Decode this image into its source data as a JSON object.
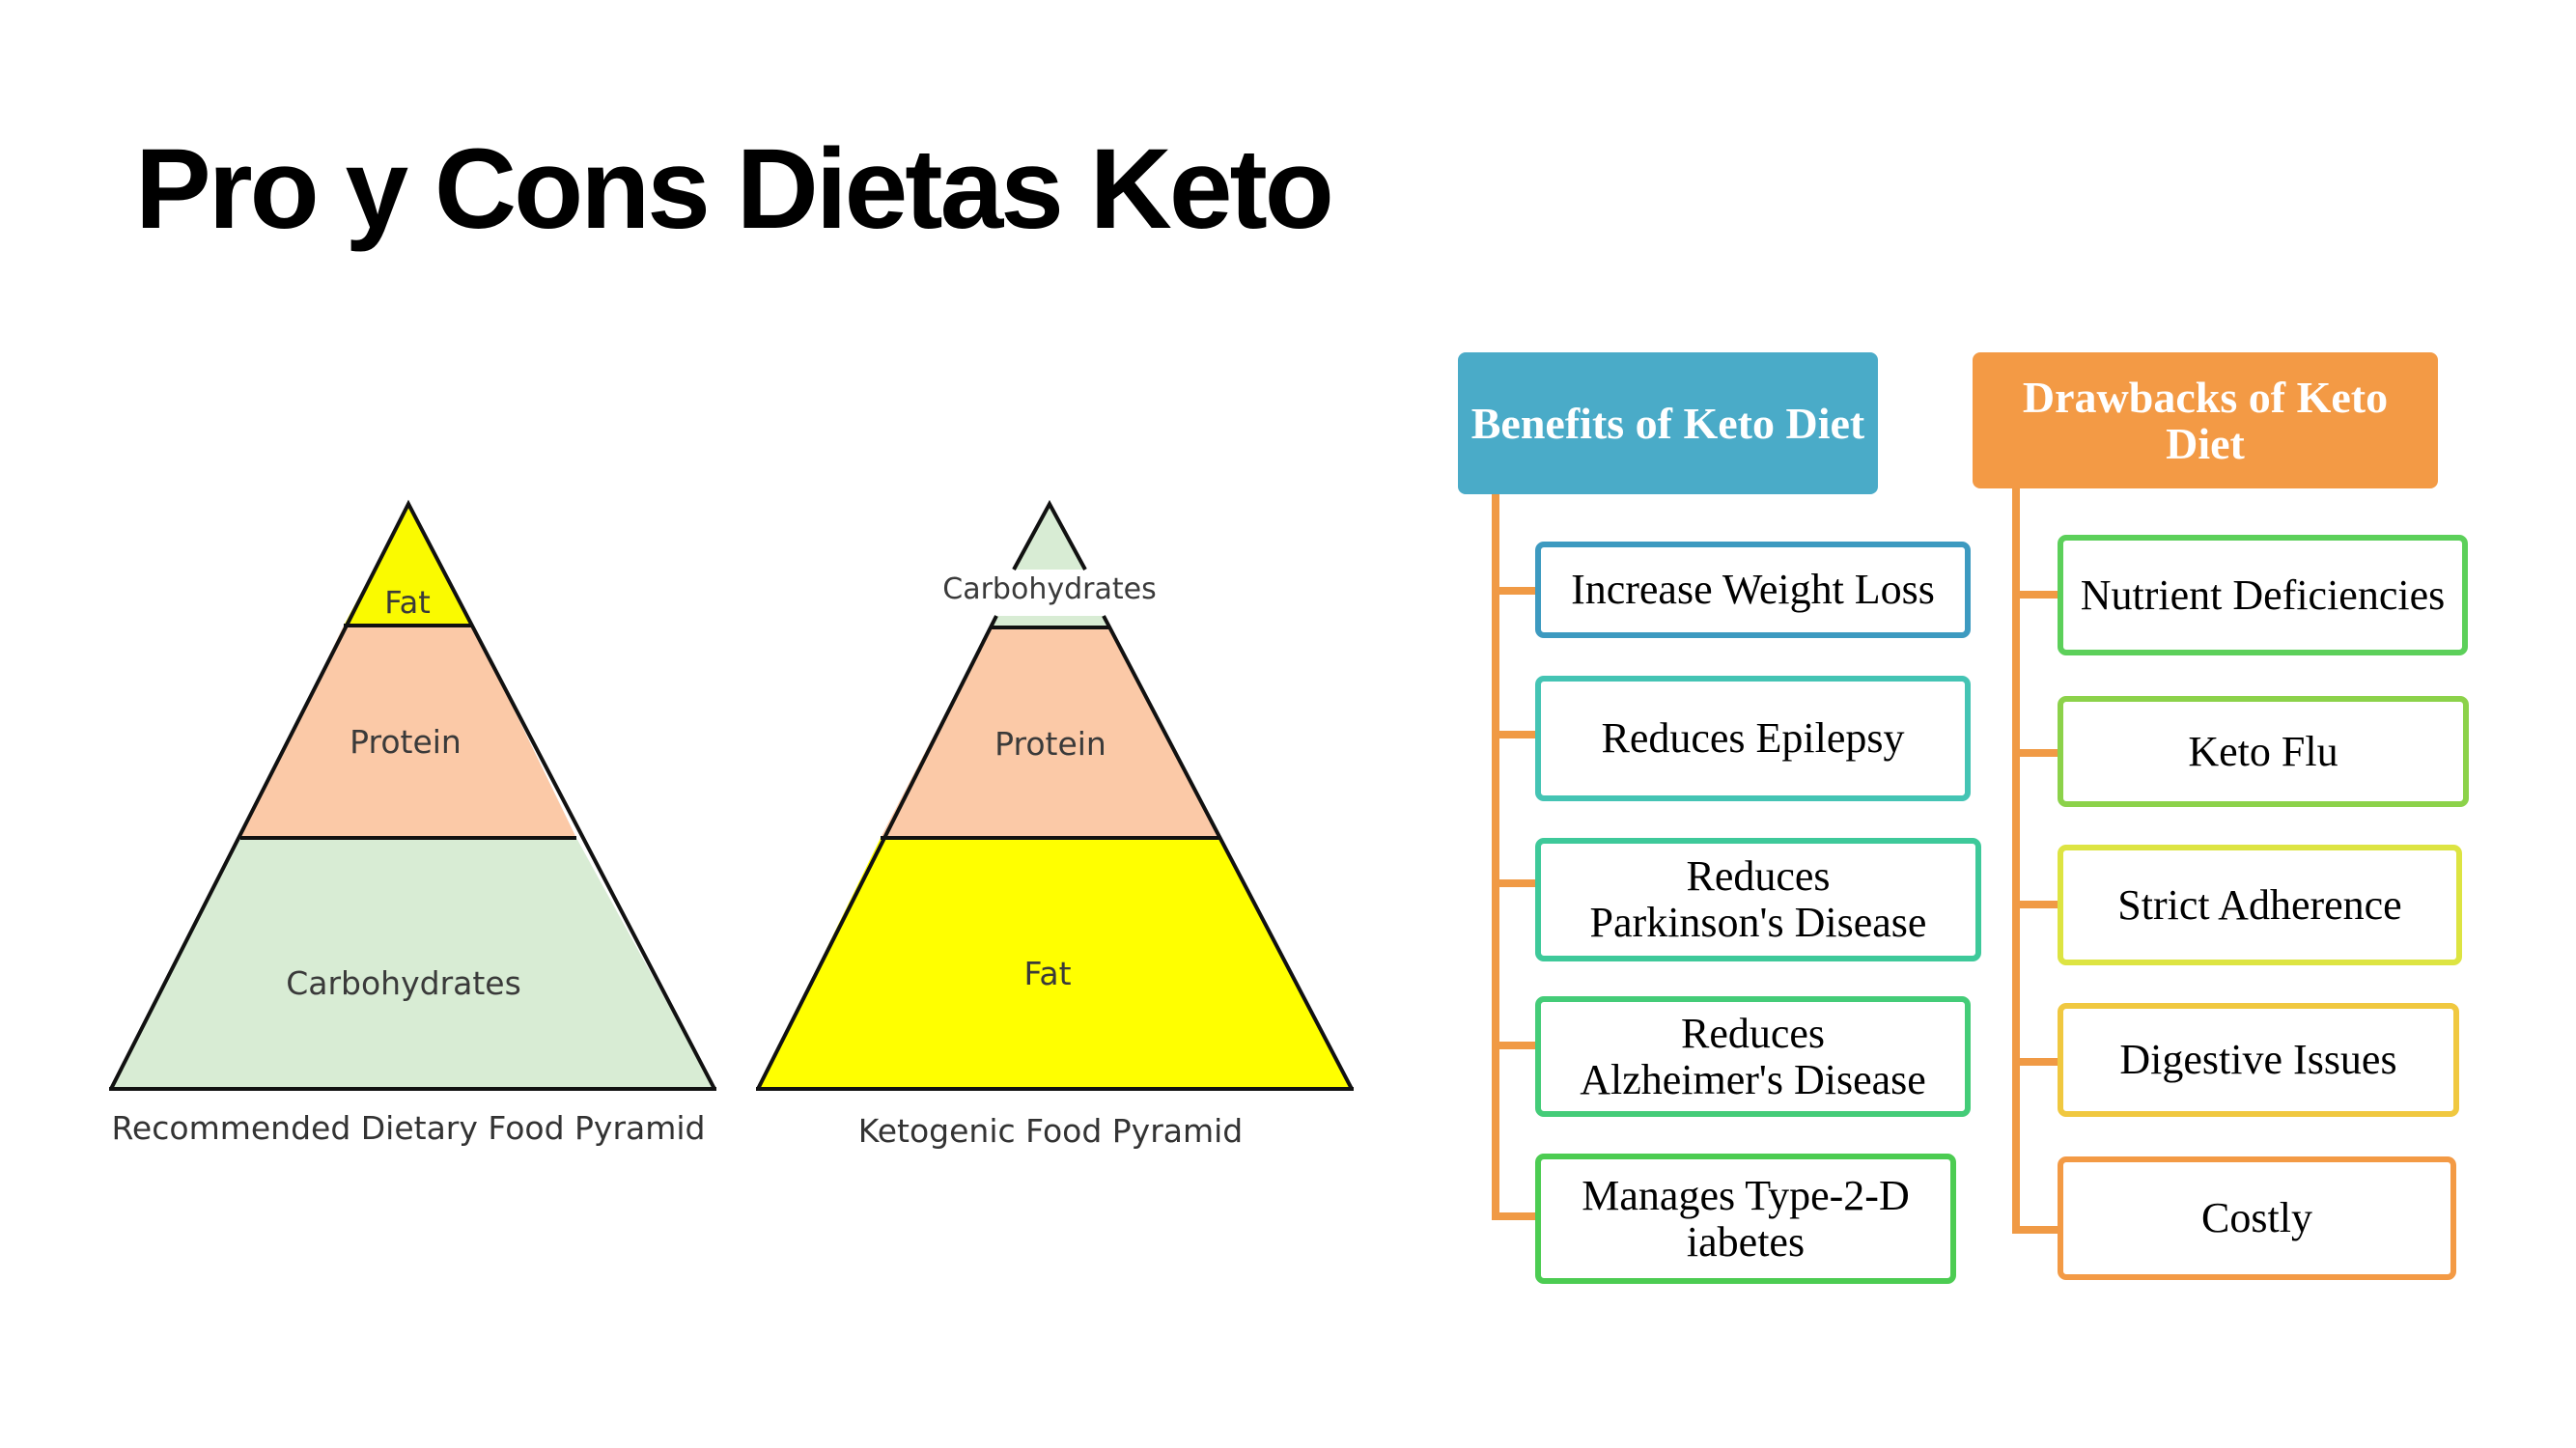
{
  "slide": {
    "title": "Pro y Cons Dietas Keto"
  },
  "pyramids": [
    {
      "caption": "Recommended Dietary Food Pyramid",
      "layers": [
        {
          "label": "Fat",
          "color": "#fafa00"
        },
        {
          "label": "Protein",
          "color": "#fbc9a7"
        },
        {
          "label": "Carbohydrates",
          "color": "#d8ecd4"
        }
      ]
    },
    {
      "caption": "Ketogenic Food Pyramid",
      "layers": [
        {
          "label": "Carbohydrates",
          "color": "#d8ecd4"
        },
        {
          "label": "Protein",
          "color": "#fbc9a7"
        },
        {
          "label": "Fat",
          "color": "#ffff00"
        }
      ]
    }
  ],
  "benefits": {
    "header": "Benefits of Keto Diet",
    "header_color": "#4aabc8",
    "items": [
      {
        "text": "Increase Weight Loss",
        "border": "#3d9ac0"
      },
      {
        "text": "Reduces Epilepsy",
        "border": "#44c4b4"
      },
      {
        "text": "Reduces Parkinson's Disease",
        "border": "#3ec99a"
      },
      {
        "text": "Reduces Alzheimer's Disease",
        "border": "#44cc78"
      },
      {
        "text": "Manages Type-2-Diabetes",
        "border": "#4ccc52"
      }
    ]
  },
  "drawbacks": {
    "header": "Drawbacks of Keto Diet",
    "header_color": "#f39a45",
    "items": [
      {
        "text": "Nutrient Deficiencies",
        "border": "#5cd05a"
      },
      {
        "text": "Keto Flu",
        "border": "#8cd24a"
      },
      {
        "text": "Strict Adherence",
        "border": "#dde442"
      },
      {
        "text": "Digestive Issues",
        "border": "#f0c840"
      },
      {
        "text": "Costly",
        "border": "#f39a45"
      }
    ]
  },
  "connector_color": "#f09a45"
}
